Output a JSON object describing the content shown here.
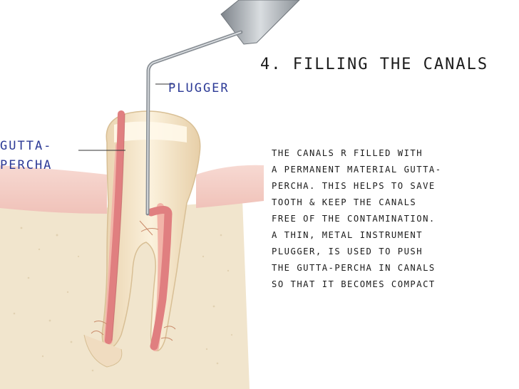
{
  "title": "4. FILLING THE CANALS",
  "labels": {
    "plugger": "PLUGGER",
    "gutta_percha_line1": "GUTTA-",
    "gutta_percha_line2": "PERCHA"
  },
  "description_lines": [
    "THE CANALS R FILLED WITH",
    "A PERMANENT MATERIAL GUTTA-",
    "PERCHA. THIS HELPS TO SAVE",
    "TOOTH & KEEP THE CANALS",
    "FREE OF THE CONTAMINATION.",
    "A THIN, METAL INSTRUMENT",
    "PLUGGER, IS USED TO PUSH",
    "THE GUTTA-PERCHA IN CANALS",
    "SO THAT IT BECOMES COMPACT"
  ],
  "colors": {
    "gum": "#f3cbc4",
    "bone": "#efe2c8",
    "tooth": "#f4e6c8",
    "gutta_percha": "#e07f80",
    "instrument": "#9aa0a6",
    "label_blue": "#2c3a96"
  }
}
